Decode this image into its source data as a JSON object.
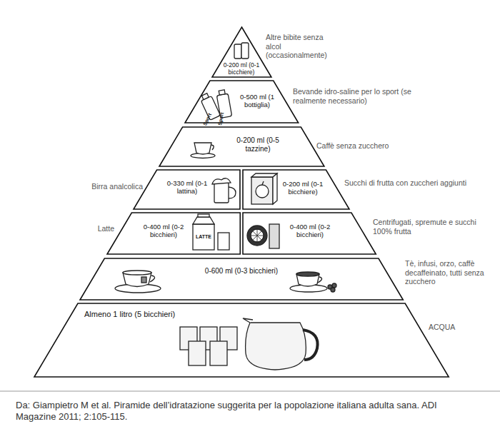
{
  "diagram": {
    "caption": "Da: Giampietro M et al. Piramide dell’idratazione suggerita per la popolazione italiana adulta sana. ADI Magazine 2011; 2:105-115.",
    "nodes": [
      {
        "text": [
          "0-200 ml (0-1 bicchiere)",
          "Altre bibite senza alcol (occasionalmente)"
        ]
      },
      {
        "text": [
          "0-500 ml (1 bottiglia)",
          "Bevande idro-saline per lo sport (se realmente necessario)"
        ]
      },
      {
        "text": [
          "0-200 ml (0-5 tazzine)",
          "Caffè senza zucchero"
        ]
      },
      {
        "text": [
          "Birra analcolica",
          "0-330 ml (0-1 lattina)"
        ]
      },
      {
        "text": [
          "0-200 ml (0-1 bicchiere)",
          "Succhi di frutta con zuccheri aggiunti"
        ]
      },
      {
        "text": [
          "Latte",
          "0-400 ml (0-2 bicchieri)"
        ]
      },
      {
        "text": [
          "0-400 ml (0-2 bicchieri)",
          "Centrifugati, spremute e succhi 100% frutta"
        ]
      },
      {
        "text": [
          "0-600 ml (0-3 bicchieri)",
          "Tè, infusi, orzo, caffè decaffeinato, tutti senza zucchero"
        ]
      },
      {
        "text": [
          "Almeno 1 litro (5 bicchieri)",
          "ACQUA"
        ]
      }
    ],
    "labels": [
      "Sport",
      "Sport",
      "LATTE"
    ]
  }
}
